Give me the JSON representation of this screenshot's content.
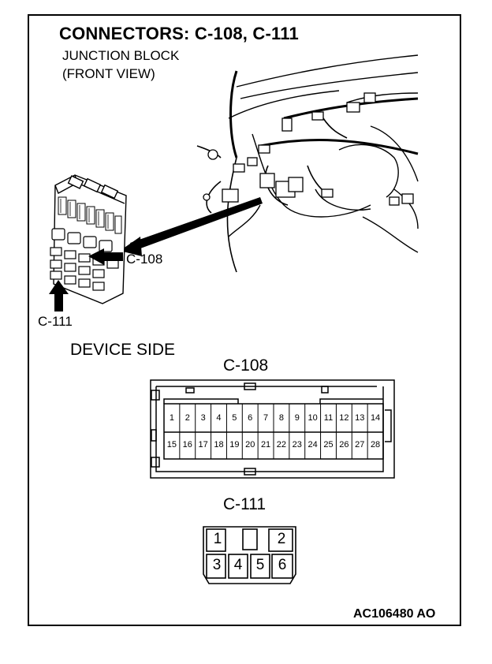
{
  "title": "CONNECTORS: C-108, C-111",
  "subtitle_line1": "JUNCTION BLOCK",
  "subtitle_line2": "(FRONT VIEW)",
  "callout_c108": "C-108",
  "callout_c111": "C-111",
  "section_label": "DEVICE SIDE",
  "connector_c108": {
    "label": "C-108",
    "top_row": [
      "1",
      "2",
      "3",
      "4",
      "5",
      "6",
      "7",
      "8",
      "9",
      "10",
      "11",
      "12",
      "13",
      "14"
    ],
    "bottom_row": [
      "15",
      "16",
      "17",
      "18",
      "19",
      "20",
      "21",
      "22",
      "23",
      "24",
      "25",
      "26",
      "27",
      "28"
    ]
  },
  "connector_c111": {
    "label": "C-111",
    "top_row": [
      "1",
      "",
      "2"
    ],
    "bottom_row": [
      "3",
      "4",
      "5",
      "6"
    ]
  },
  "figure_code": "AC106480 AO"
}
